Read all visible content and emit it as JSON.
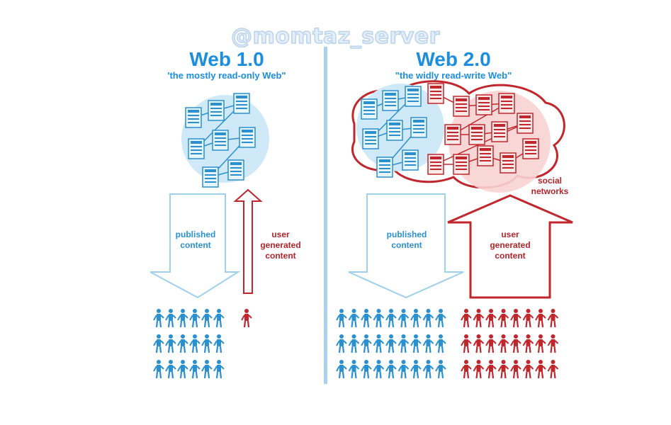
{
  "watermark": "@momtaz_server",
  "web1": {
    "title": "Web 1.0",
    "subtitle": "'the mostly read-only Web\"",
    "published_label": "published\ncontent",
    "user_label": "user\ngenerated\ncontent"
  },
  "web2": {
    "title": "Web 2.0",
    "subtitle": "\"the widly read-write Web\"",
    "published_label": "published\ncontent",
    "user_label": "user\ngenerated\ncontent",
    "social_label": "social\nnetworks"
  },
  "colors": {
    "blue": "#2a90d0",
    "light_blue": "#cfe9f9",
    "red": "#c0262c",
    "light_red": "#f9d3d3",
    "divider": "#a9d2f0"
  }
}
